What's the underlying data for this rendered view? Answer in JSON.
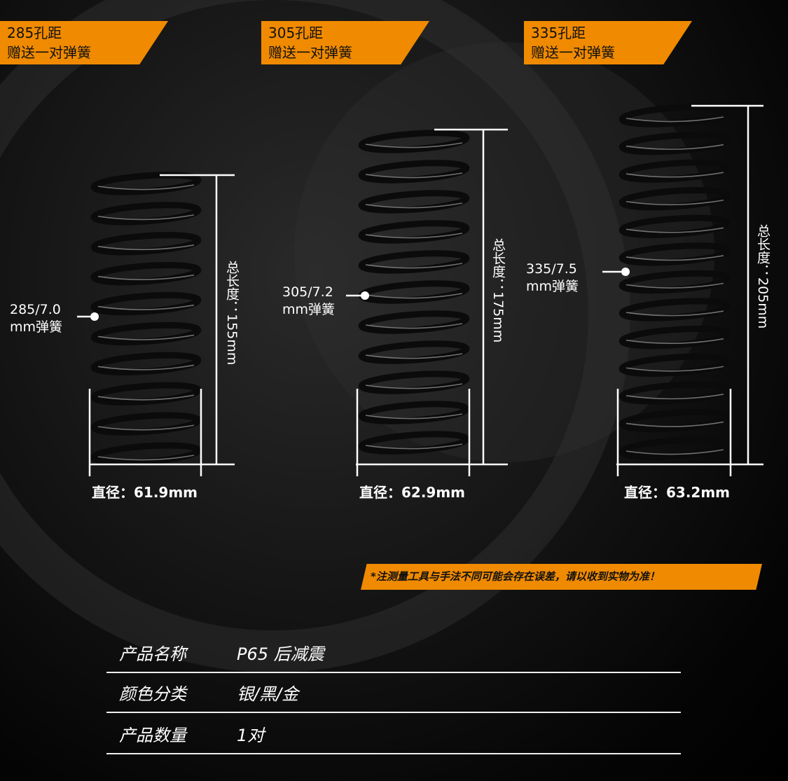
{
  "banners": [
    {
      "line1": "285孔距",
      "line2": "赠送一对弹簧"
    },
    {
      "line1": "305孔距",
      "line2": "赠送一对弹簧"
    },
    {
      "line1": "335孔距",
      "line2": "赠送一对弹簧"
    }
  ],
  "springs": [
    {
      "spec_line1": "285/7.0",
      "spec_line2": "mm弹簧",
      "total_length": "总长度：155mm",
      "diameter": "直径：61.9mm"
    },
    {
      "spec_line1": "305/7.2",
      "spec_line2": "mm弹簧",
      "total_length": "总长度：175mm",
      "diameter": "直径：62.9mm"
    },
    {
      "spec_line1": "335/7.5",
      "spec_line2": "mm弹簧",
      "total_length": "总长度：205mm",
      "diameter": "直径：63.2mm"
    }
  ],
  "notice": "*注测量工具与手法不同可能会存在误差，请以收到实物为准！",
  "spec_table": [
    {
      "label": "产品名称",
      "value": "P65 后减震"
    },
    {
      "label": "颜色分类",
      "value": "银/黑/金"
    },
    {
      "label": "产品数量",
      "value": "1对"
    }
  ],
  "colors": {
    "accent": "#f08a00"
  }
}
